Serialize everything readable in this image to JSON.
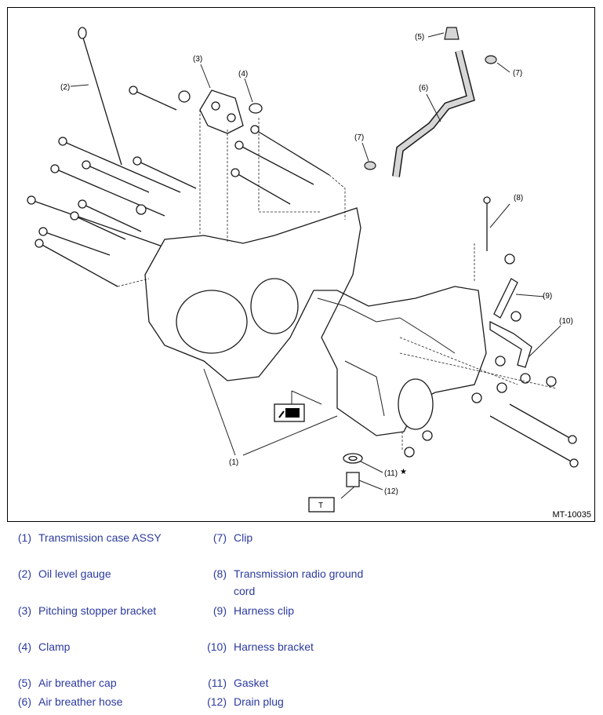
{
  "diagram": {
    "code": "MT-10035",
    "callouts": {
      "c1": "(1)",
      "c2": "(2)",
      "c3": "(3)",
      "c4": "(4)",
      "c5": "(5)",
      "c6": "(6)",
      "c7a": "(7)",
      "c7b": "(7)",
      "c8": "(8)",
      "c9": "(9)",
      "c10": "(10)",
      "c11": "(11)",
      "c12": "(12)",
      "star": "★",
      "torque": "T"
    }
  },
  "legend": [
    {
      "num": "(1)",
      "label": "Transmission case ASSY"
    },
    {
      "num": "(2)",
      "label": "Oil level gauge"
    },
    {
      "num": "(3)",
      "label": "Pitching stopper bracket"
    },
    {
      "num": "(4)",
      "label": "Clamp"
    },
    {
      "num": "(5)",
      "label": "Air breather cap"
    },
    {
      "num": "(6)",
      "label": "Air breather hose"
    },
    {
      "num": "(7)",
      "label": "Clip"
    },
    {
      "num": "(8)",
      "label": "Transmission radio ground cord"
    },
    {
      "num": "(9)",
      "label": "Harness clip"
    },
    {
      "num": "(10)",
      "label": "Harness bracket"
    },
    {
      "num": "(11)",
      "label": "Gasket"
    },
    {
      "num": "(12)",
      "label": "Drain plug"
    }
  ]
}
